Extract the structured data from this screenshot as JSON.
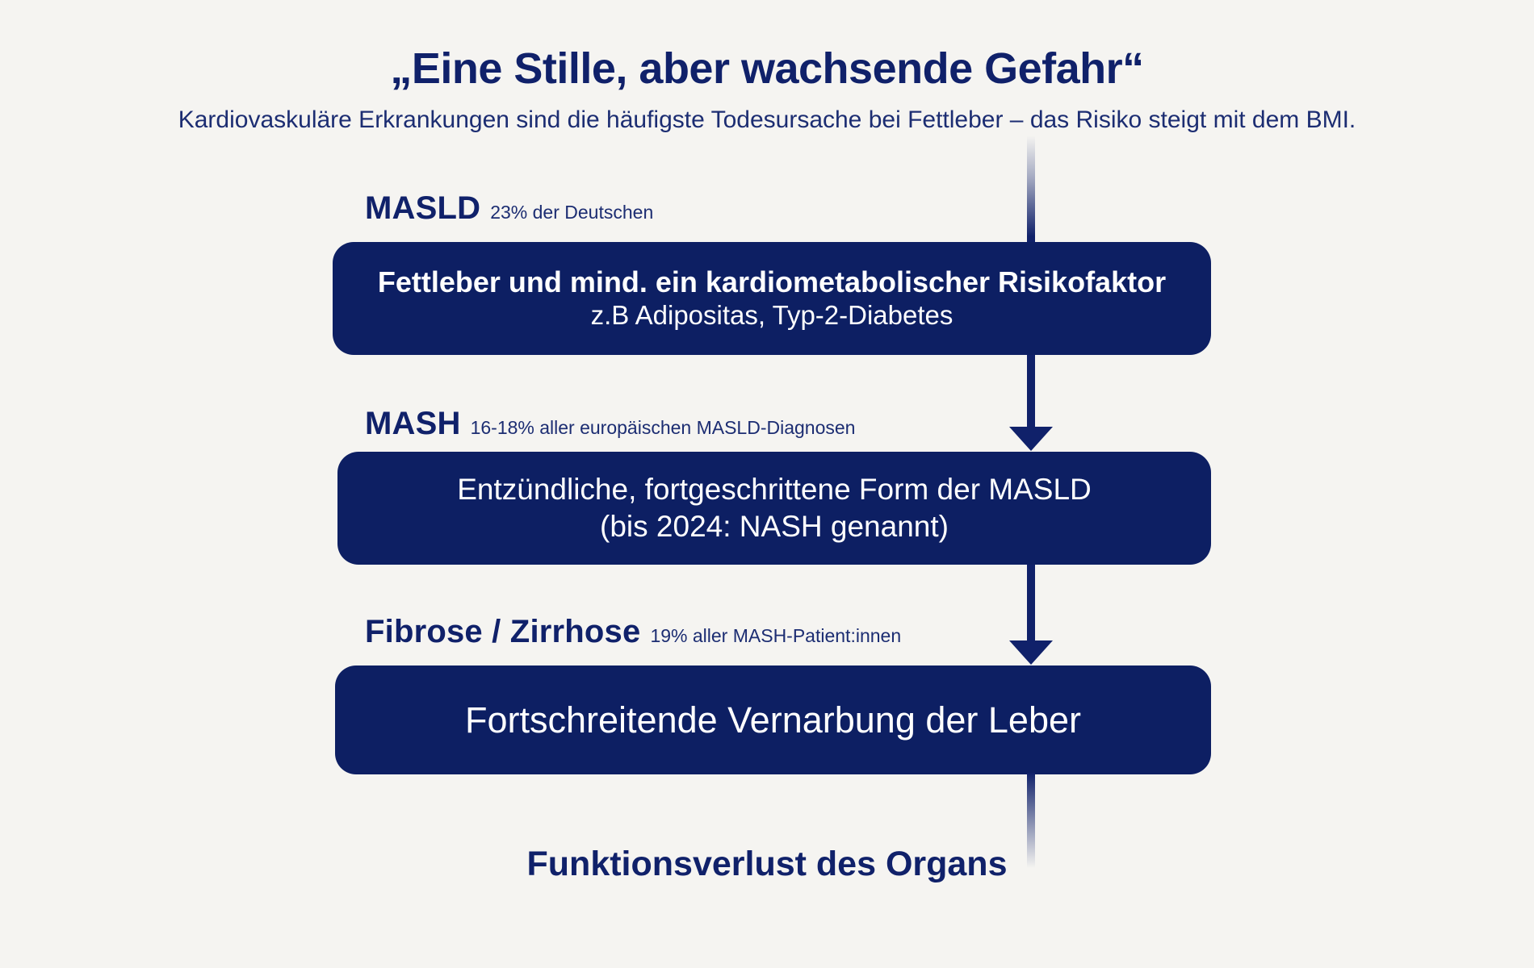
{
  "header": {
    "title": "„Eine Stille, aber wachsende Gefahr“",
    "subtitle": "Kardiovaskuläre Erkrankungen sind die häufigste Todesursache bei Fettleber – das Risiko steigt mit dem BMI."
  },
  "theme": {
    "background": "#f5f4f1",
    "navy": "#10216a",
    "box_fill": "#0d1f63",
    "box_text": "#ffffff"
  },
  "stages": [
    {
      "term": "MASLD",
      "stat": "23% der Deutschen",
      "box_main": "Fettleber und mind. ein kardiometabolischer Risikofaktor",
      "box_sub": "z.B Adipositas, Typ-2-Diabetes"
    },
    {
      "term": "MASH",
      "stat": "16-18% aller europäischen MASLD-Diagnosen",
      "box_main": "Entzündliche, fortgeschrittene Form der MASLD",
      "box_sub": "(bis 2024: NASH genannt)"
    },
    {
      "term": "Fibrose / Zirrhose",
      "stat": "19% aller MASH-Patient:innen",
      "box_main": "Fortschreitende Vernarbung der Leber",
      "box_sub": ""
    }
  ],
  "outcome": {
    "label": "Funktionsverlust des Organs"
  }
}
